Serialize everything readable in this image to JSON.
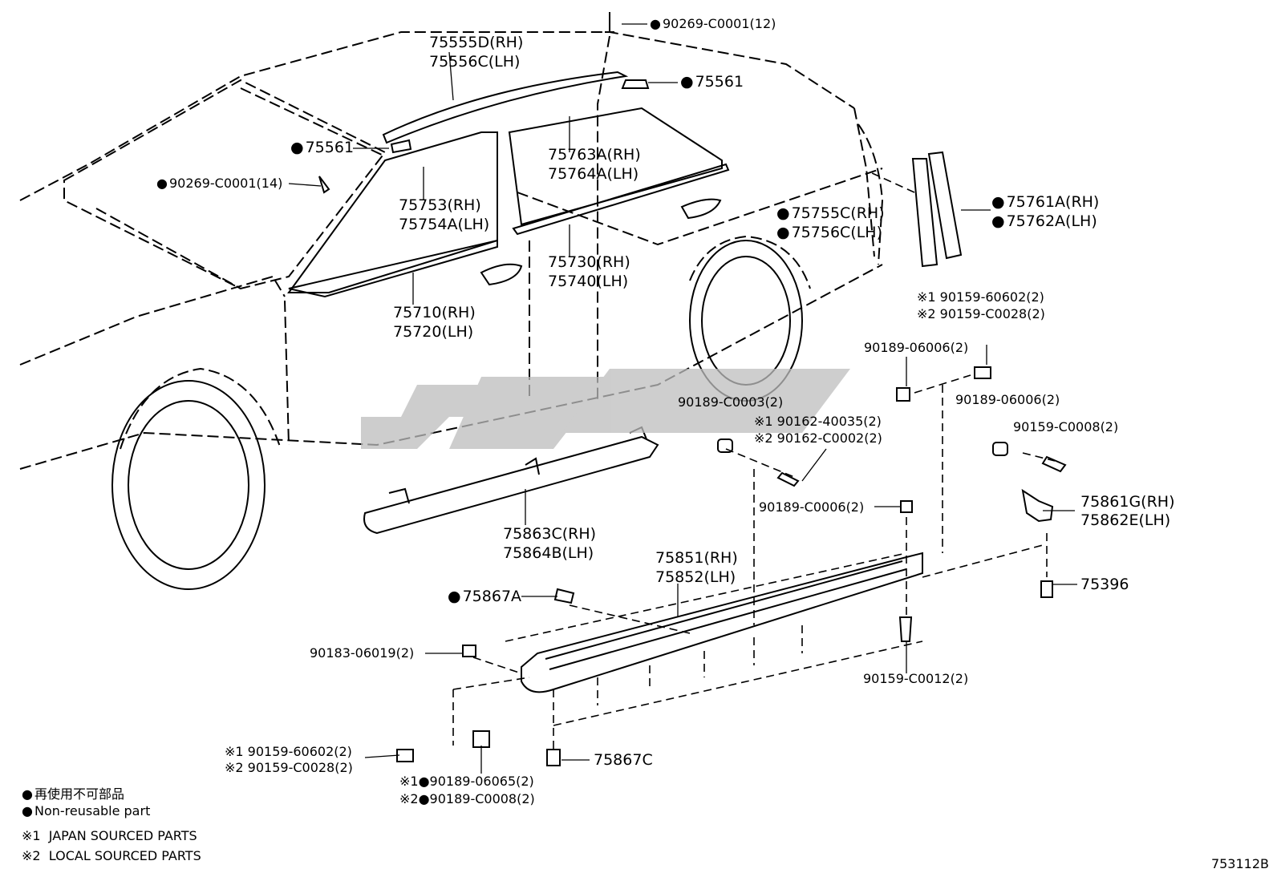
{
  "parts": {
    "p90269_top": "90269-C0001(12)",
    "p75555": "75555D(RH)",
    "p75556": "75556C(LH)",
    "p75561_r": "75561",
    "p75561_l": "75561",
    "p90269_left": "90269-C0001(14)",
    "p75763": "75763A(RH)",
    "p75764": "75764A(LH)",
    "p75753": "75753(RH)",
    "p75754": "75754A(LH)",
    "p75755": "75755C(RH)",
    "p75756": "75756C(LH)",
    "p75761": "75761A(RH)",
    "p75762": "75762A(LH)",
    "p75730": "75730(RH)",
    "p75740": "75740(LH)",
    "p75710": "75710(RH)",
    "p75720": "75720(LH)",
    "p90159_60602_a": "※1 90159-60602(2)",
    "p90159_C0028_a": "※2 90159-C0028(2)",
    "p90189_06006_a": "90189-06006(2)",
    "p90189_06006_b": "90189-06006(2)",
    "p90189_C0003": "90189-C0003(2)",
    "p90162_40035": "※1 90162-40035(2)",
    "p90162_C0002": "※2 90162-C0002(2)",
    "p90159_C0008": "90159-C0008(2)",
    "p75861": "75861G(RH)",
    "p75862": "75862E(LH)",
    "p90189_C0006": "90189-C0006(2)",
    "p75863": "75863C(RH)",
    "p75864": "75864B(LH)",
    "p75851": "75851(RH)",
    "p75852": "75852(LH)",
    "p75396": "75396",
    "p75867A": "75867A",
    "p90183": "90183-06019(2)",
    "p90159_C0012": "90159-C0012(2)",
    "p90159_60602_b": "※1 90159-60602(2)",
    "p90159_C0028_b": "※2 90159-C0028(2)",
    "p90189_06065": "※1●90189-06065(2)",
    "p90189_C0008": "※2●90189-C0008(2)",
    "p75867C": "75867C"
  },
  "legend": {
    "jp": "再使用不可部品",
    "en": "Non-reusable part",
    "note1": "※1  JAPAN SOURCED PARTS",
    "note2": "※2  LOCAL SOURCED PARTS"
  },
  "diagram_code": "753112B"
}
